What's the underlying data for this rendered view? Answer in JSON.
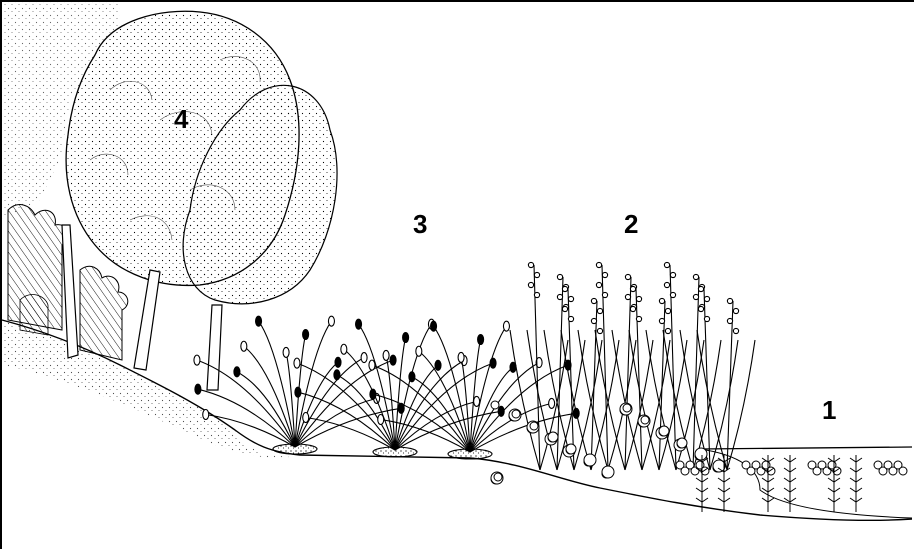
{
  "labels": {
    "zone_1": "1",
    "zone_2": "2",
    "zone_3": "3",
    "zone_4": "4"
  },
  "colors": {
    "ink": "#000000",
    "paper": "#ffffff"
  }
}
